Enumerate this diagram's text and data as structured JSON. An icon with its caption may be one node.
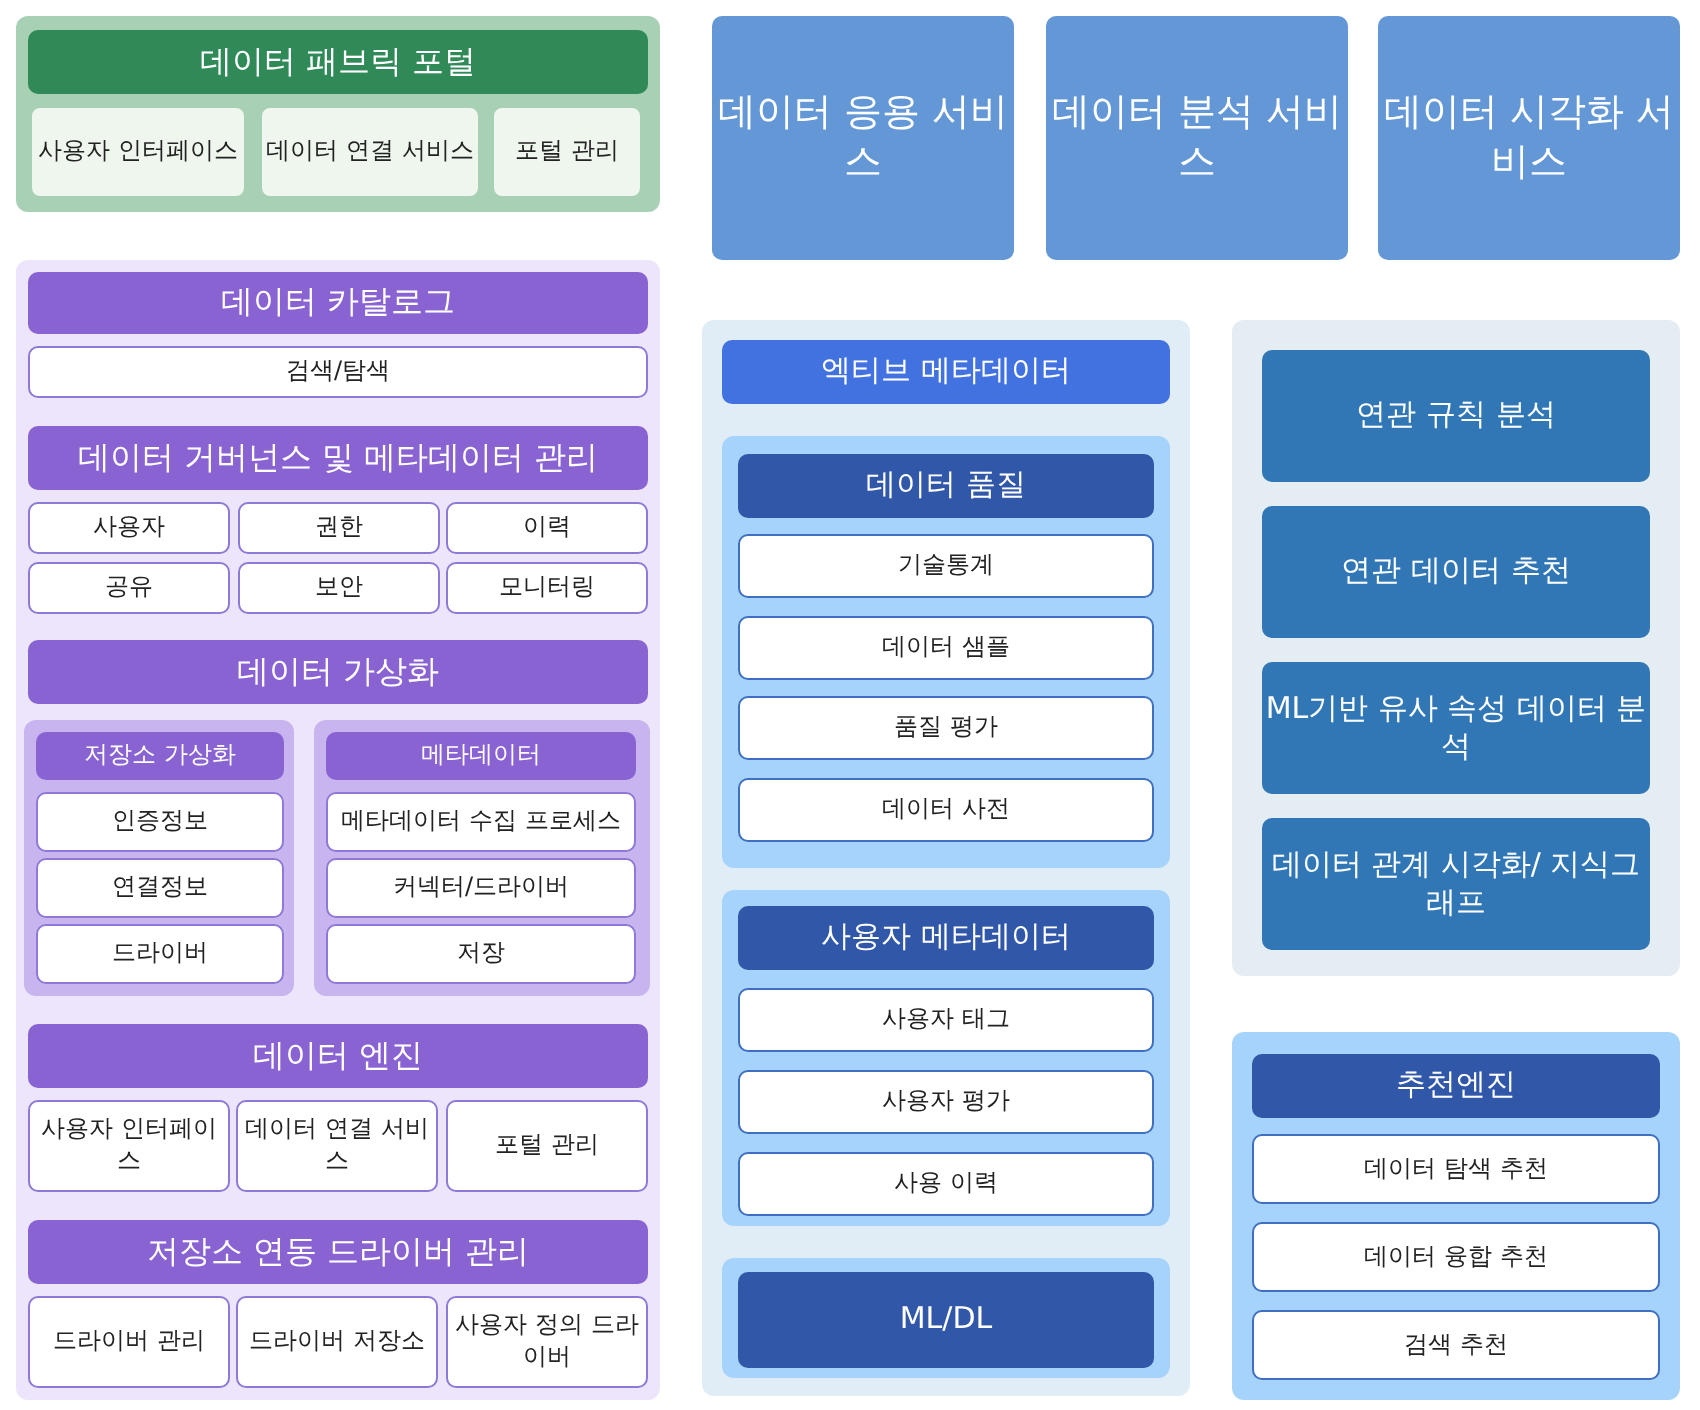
{
  "diagram": {
    "nodes": [
      {
        "text": [],
        "shape": "box"
      },
      {
        "text": [
          "데이터 패브릭 포털"
        ],
        "in": 0
      },
      {
        "text": [
          "사용자 인터페이스"
        ],
        "in": 0
      },
      {
        "text": [
          "데이터 연결 서비스"
        ],
        "in": 0
      },
      {
        "text": [
          "포털 관리"
        ],
        "in": 0
      },
      {
        "text": [
          "데이터 응용 서비스"
        ]
      },
      {
        "text": [
          "데이터 분석 서비스"
        ]
      },
      {
        "text": [
          "데이터 시각화 서비스"
        ]
      },
      {
        "text": [],
        "shape": "box"
      },
      {
        "text": [
          "데이터 카탈로그"
        ],
        "in": 8
      },
      {
        "text": [
          "검색/탐색"
        ],
        "in": 8
      },
      {
        "text": [
          "데이터 거버넌스 및 메타데이터 관리"
        ],
        "in": 8
      },
      {
        "text": [
          "사용자"
        ],
        "in": 8
      },
      {
        "text": [
          "권한"
        ],
        "in": 8
      },
      {
        "text": [
          "이력"
        ],
        "in": 8
      },
      {
        "text": [
          "공유"
        ],
        "in": 8
      },
      {
        "text": [
          "보안"
        ],
        "in": 8
      },
      {
        "text": [
          "모니터링"
        ],
        "in": 8
      },
      {
        "text": [
          "데이터 가상화"
        ],
        "in": 8
      },
      {
        "text": [],
        "shape": "box",
        "in": 8
      },
      {
        "text": [
          "저장소 가상화"
        ],
        "in": 19
      },
      {
        "text": [
          "인증정보"
        ],
        "in": 19
      },
      {
        "text": [
          "연결정보"
        ],
        "in": 19
      },
      {
        "text": [
          "드라이버"
        ],
        "in": 19
      },
      {
        "text": [],
        "shape": "box",
        "in": 8
      },
      {
        "text": [
          "메타데이터"
        ],
        "in": 24
      },
      {
        "text": [
          "메타데이터 수집 프로세스"
        ],
        "in": 24
      },
      {
        "text": [
          "커넥터/드라이버"
        ],
        "in": 24
      },
      {
        "text": [
          "저장"
        ],
        "in": 24
      },
      {
        "text": [
          "데이터 엔진"
        ],
        "in": 8
      },
      {
        "text": [
          "사용자 인터페이스"
        ],
        "in": 8
      },
      {
        "text": [
          "데이터 연결 서비스"
        ],
        "in": 8
      },
      {
        "text": [
          "포털 관리"
        ],
        "in": 8
      },
      {
        "text": [
          "저장소 연동 드라이버 관리"
        ],
        "in": 8
      },
      {
        "text": [
          "드라이버 관리"
        ],
        "in": 8
      },
      {
        "text": [
          "드라이버 저장소"
        ],
        "in": 8
      },
      {
        "text": [
          "사용자 정의 드라이버"
        ],
        "in": 8
      },
      {
        "text": [],
        "shape": "box"
      },
      {
        "text": [
          "엑티브 메타데이터"
        ],
        "in": 37
      },
      {
        "text": [],
        "shape": "box",
        "in": 37
      },
      {
        "text": [
          "데이터 품질"
        ],
        "in": 39
      },
      {
        "text": [
          "기술통계"
        ],
        "in": 39
      },
      {
        "text": [
          "데이터 샘플"
        ],
        "in": 39
      },
      {
        "text": [
          "품질 평가"
        ],
        "in": 39
      },
      {
        "text": [
          "데이터 사전"
        ],
        "in": 39
      },
      {
        "text": [],
        "shape": "box",
        "in": 37
      },
      {
        "text": [
          "사용자 메타데이터"
        ],
        "in": 45
      },
      {
        "text": [
          "사용자 태그"
        ],
        "in": 45
      },
      {
        "text": [
          "사용자 평가"
        ],
        "in": 45
      },
      {
        "text": [
          "사용 이력"
        ],
        "in": 45
      },
      {
        "text": [],
        "shape": "box",
        "in": 37
      },
      {
        "text": [
          "ML/DL"
        ],
        "in": 50
      },
      {
        "text": [],
        "shape": "box"
      },
      {
        "text": [
          "연관 규칙 분석"
        ],
        "in": 52
      },
      {
        "text": [
          "연관 데이터 추천"
        ],
        "in": 52
      },
      {
        "text": [
          "ML기반 유사 속성 데이터 분석"
        ],
        "in": 52
      },
      {
        "text": [
          "데이터 관계 시각화/ 지식그래프"
        ],
        "in": 52
      },
      {
        "text": [],
        "shape": "box"
      },
      {
        "text": [
          "추천엔진"
        ],
        "in": 57
      },
      {
        "text": [
          "데이터 탐색 추천"
        ],
        "in": 57
      },
      {
        "text": [
          "데이터 융합 추천"
        ],
        "in": 57
      },
      {
        "text": [
          "검색 추천"
        ],
        "in": 57
      }
    ]
  }
}
